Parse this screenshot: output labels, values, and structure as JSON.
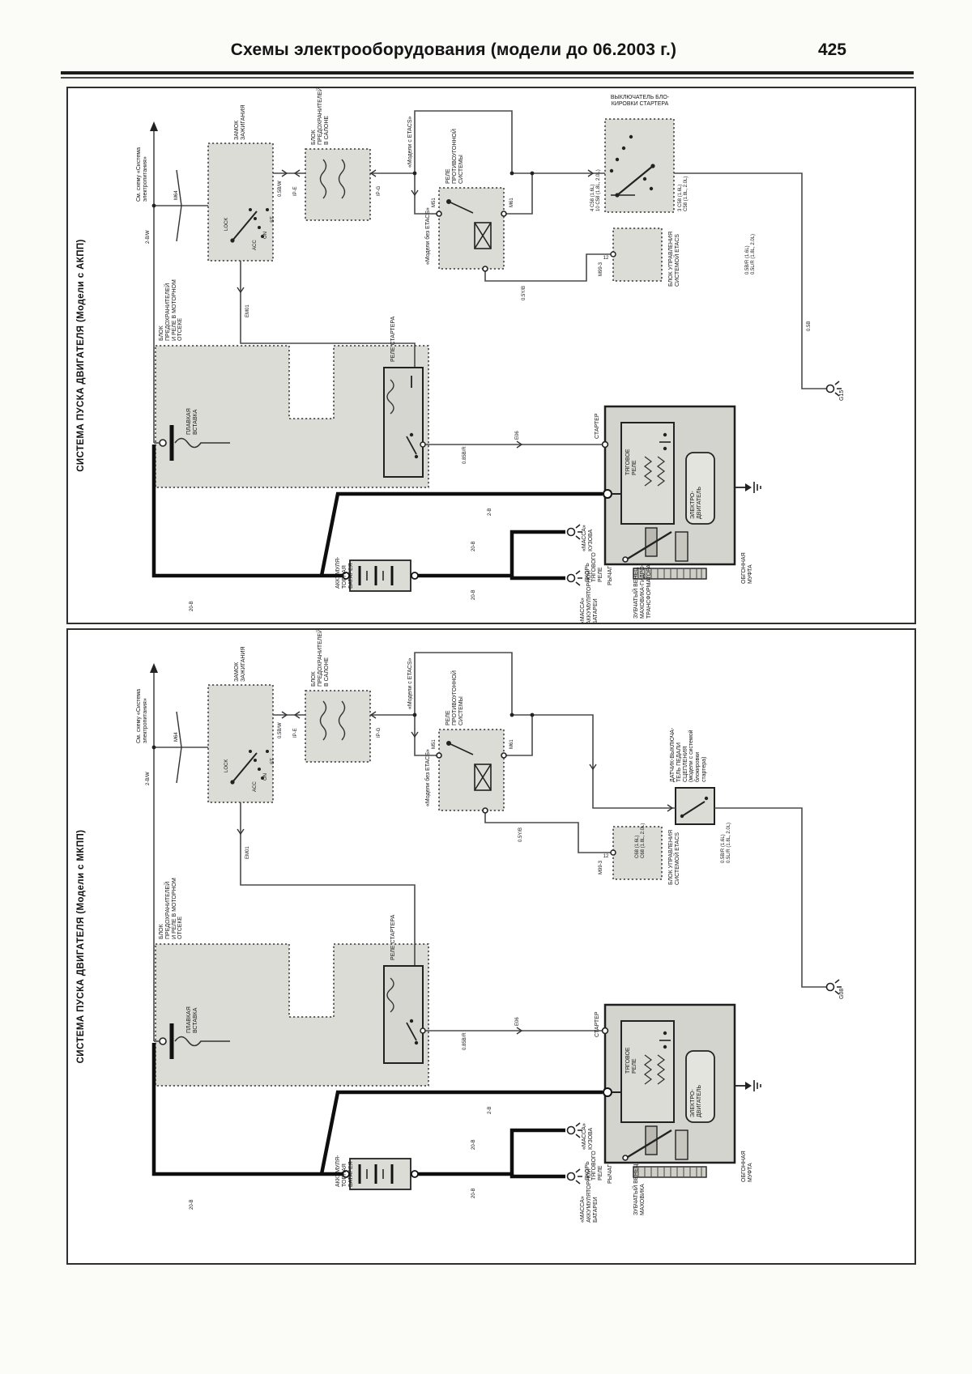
{
  "header": {
    "title": "Схемы электрооборудования (модели до 06.2003 г.)",
    "page": "425"
  },
  "panelA": {
    "side_title": "СИСТЕМА ПУСКА ДВИГАТЕЛЯ (Модели с АКПП)",
    "labels": {
      "see_note": "См. схему «Система\nэлектропитания»",
      "ignition_lock": "ЗАМОК\nЗАЖИГАНИЯ",
      "pos_lock": "LOCK",
      "pos_acc": "ACC",
      "pos_on": "ON",
      "pos_st": "ST",
      "cabin_fusebox": "БЛОК\nПРЕДОХРАНИТЕЛЕЙ\nВ САЛОНЕ",
      "with_etacs": "«Модели с ETACS»",
      "without_etacs": "«Модели без ETACS»",
      "antitheft_relay": "РЕЛЕ\nПРОТИВОУГОННОЙ\nСИСТЕМЫ",
      "starter_lock_switch": "ВЫКЛЮЧАТЕЛЬ БЛО-\nКИРОВКИ СТАРТЕРА",
      "etacs_unit": "БЛОК УПРАВЛЕНИЯ\nСИСТЕМОЙ ETACS",
      "engine_fusebox": "БЛОК\nПРЕДОХРАНИТЕЛЕЙ\nИ РЕЛЕ В МОТОРНОМ\nОТСЕКЕ",
      "fusible_link": "ПЛАВКАЯ\nВСТАВКА",
      "starter_relay": "РЕЛЕ СТАРТЕРА",
      "starter": "СТАРТЕР",
      "solenoid": "ТЯГОВОЕ\nРЕЛЕ",
      "motor": "ЭЛЕКТРО-\nДВИГАТЕЛЬ",
      "plunger": "ЯКОРЬ\nТЯГОВОГО\nРЕЛЕ",
      "lever": "РЫЧАГ",
      "overrun_clutch": "ОБГОННАЯ\nМУФТА",
      "ring_gear": "ЗУБЧАТЫЙ ВЕНЕЦ\nМАХОВИКА-ГИДРО-\nТРАНСФОРМАТОРА",
      "battery": "АККУМУЛЯ-\nТОРНАЯ\nБАТАРЕЯ",
      "ground_body": "«МАССА»\nКУЗОВА",
      "ground_battery": "«МАССА»\nАККУМУЛЯТОРНОЙ\nБАТАРЕИ",
      "g15": "G15"
    },
    "codes": {
      "m64": "M64",
      "w_2bw": "2-B/W",
      "w_05bw": "0.5B/W",
      "ipe": "IP-E",
      "ipg": "IP-G",
      "m51": "M51",
      "m61": "M61",
      "w_05yb": "0.5Y/B",
      "m993": "M99-3",
      "pin12": "12",
      "em01": "EM01",
      "e06": "E06",
      "w_085br": "0.85B/R",
      "w_05b": "0.5B",
      "left_pins": "4 C58 (1.6L)\n10 C58 (1.8L, 2.0L)",
      "right_pins": "3 C58 (1.6L)\nC58 (1.8L, 2.0L)",
      "drop": "0.5B/R (1.6L)\n0.5L/R (1.8L, 2.0L)",
      "w_2b": "2-B",
      "w_20b_left": "20-B",
      "w_20b_g1": "20-B",
      "w_20b_g2": "20-B"
    }
  },
  "panelB": {
    "side_title": "СИСТЕМА ПУСКА ДВИГАТЕЛЯ (Модели с МКПП)",
    "labels": {
      "see_note": "См. схему «Система\nэлектропитания»",
      "ignition_lock": "ЗАМОК\nЗАЖИГАНИЯ",
      "pos_lock": "LOCK",
      "pos_acc": "ACC",
      "pos_on": "ON",
      "pos_st": "ST",
      "cabin_fusebox": "БЛОК\nПРЕДОХРАНИТЕЛЕЙ\nВ САЛОНЕ",
      "with_etacs": "«Модели с ETACS»",
      "without_etacs": "«Модели без ETACS»",
      "antitheft_relay": "РЕЛЕ\nПРОТИВОУГОННОЙ\nСИСТЕМЫ",
      "clutch_switch": "ДАТЧИК-ВЫКЛЮЧА-\nТЕЛЬ ПЕДАЛИ\nСЦЕПЛЕНИЯ\n(модели с системой\nблокировки\nстартера)",
      "etacs_unit": "БЛОК УПРАВЛЕНИЯ\nСИСТЕМОЙ ETACS",
      "engine_fusebox": "БЛОК\nПРЕДОХРАНИТЕЛЕЙ\nИ РЕЛЕ В МОТОРНОМ\nОТСЕКЕ",
      "fusible_link": "ПЛАВКАЯ\nВСТАВКА",
      "starter_relay": "РЕЛЕ СТАРТЕРА",
      "starter": "СТАРТЕР",
      "solenoid": "ТЯГОВОЕ\nРЕЛЕ",
      "motor": "ЭЛЕКТРО-\nДВИГАТЕЛЬ",
      "plunger": "ЯКОРЬ\nТЯГОВОГО\nРЕЛЕ",
      "lever": "РЫЧАГ",
      "overrun_clutch": "ОБГОННАЯ\nМУФТА",
      "ring_gear": "ЗУБЧАТЫЙ ВЕНЕЦ\nМАХОВИКА",
      "battery": "АККУМУЛЯ-\nТОРНАЯ\nБАТАРЕЯ",
      "ground_body": "«МАССА»\nКУЗОВА",
      "ground_battery": "«МАССА»\nАККУМУЛЯТОРНОЙ\nБАТАРЕИ",
      "g08": "G08"
    },
    "codes": {
      "m64": "M64",
      "w_2bw": "2-B/W",
      "w_05bw": "0.5B/W",
      "ipe": "IP-E",
      "ipg": "IP-G",
      "m51": "M51",
      "m61": "M61",
      "w_05yb": "0.5Y/B",
      "m993": "M99-3",
      "pin12": "12",
      "em01": "EM01",
      "e06": "E06",
      "w_085br": "0.85B/R",
      "left_pins": "C68 (1.6L)\nC68 (1.8L, 2.0L)",
      "drop": "0.5B/R (1.6L)\n0.5L/R (1.8L, 2.0L)",
      "w_2b": "2-B",
      "w_20b_left": "20-B",
      "w_20b_g1": "20-B",
      "w_20b_g2": "20-B"
    }
  }
}
